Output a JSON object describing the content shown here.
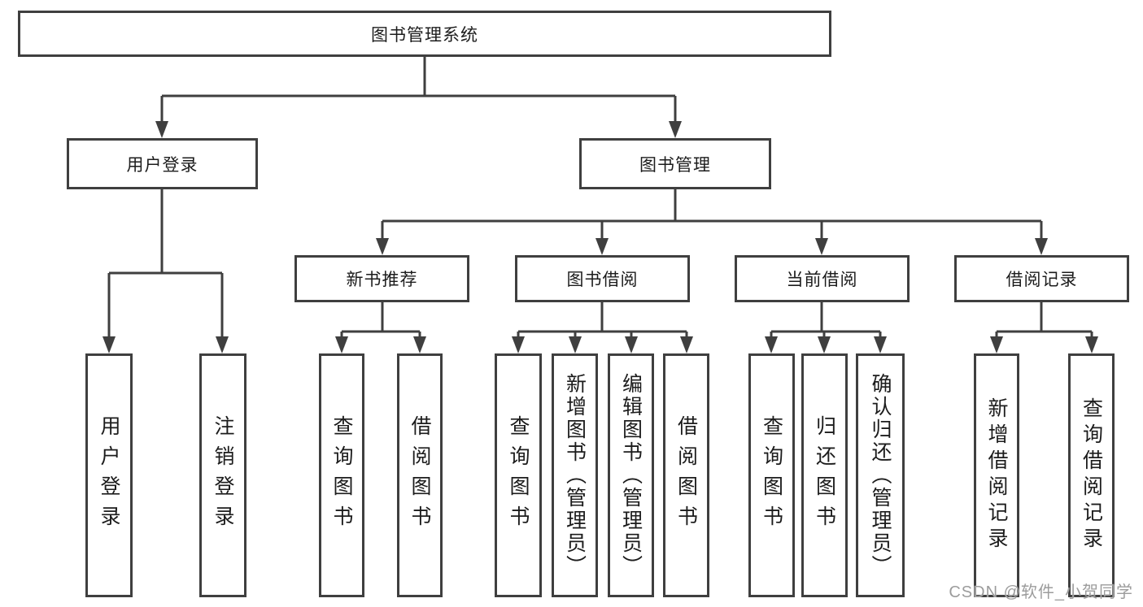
{
  "page": {
    "background": "#ffffff",
    "line_color": "#3f3f3f",
    "box_fill": "#ffffff",
    "text_color": "#1c1c1c",
    "watermark_color": "#9c9c9c"
  },
  "watermark": {
    "text": "CSDN @软件_小贺同学"
  },
  "chart_data": {
    "type": "tree-diagram",
    "title": "图书管理系统",
    "hierarchy": {
      "图书管理系统": {
        "用户登录": [
          "用户登录",
          "注销登录"
        ],
        "图书管理": {
          "新书推荐": [
            "查询图书",
            "借阅图书"
          ],
          "图书借阅": [
            "查询图书",
            "新增图书（管理员）",
            "编辑图书（管理员）",
            "借阅图书"
          ],
          "当前借阅": [
            "查询图书",
            "归还图书",
            "确认归还（管理员）"
          ],
          "借阅记录": [
            "新增借阅记录",
            "查询借阅记录"
          ]
        }
      }
    }
  },
  "tree": {
    "root": {
      "label": "图书管理系统"
    },
    "level2": [
      {
        "label": "用户登录"
      },
      {
        "label": "图书管理"
      }
    ],
    "level3": [
      {
        "label": "新书推荐"
      },
      {
        "label": "图书借阅"
      },
      {
        "label": "当前借阅"
      },
      {
        "label": "借阅记录"
      }
    ],
    "leaves": {
      "user_login": [
        "用户登录",
        "注销登录"
      ],
      "new_book_rec": [
        "查询图书",
        "借阅图书"
      ],
      "book_borrow": [
        "查询图书",
        "新增图书（管理员）",
        "编辑图书（管理员）",
        "借阅图书"
      ],
      "current_borrow": [
        "查询图书",
        "归还图书",
        "确认归还（管理员）"
      ],
      "borrow_record": [
        "新增借阅记录",
        "查询借阅记录"
      ]
    }
  }
}
